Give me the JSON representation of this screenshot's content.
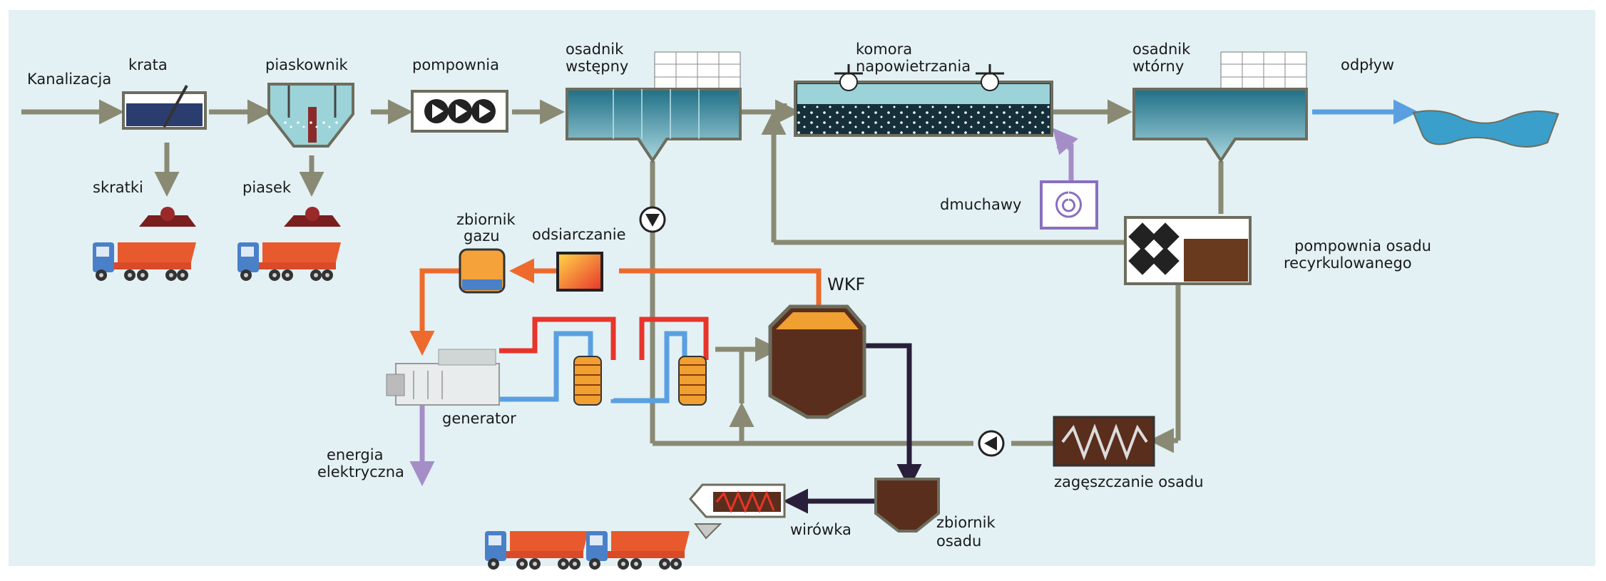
{
  "labels": {
    "kanalizacja": "Kanalizacja",
    "krata": "krata",
    "piaskownik": "piaskownik",
    "pompownia": "pompownia",
    "osadnik_wstepny_1": "osadnik",
    "osadnik_wstepny_2": "wstępny",
    "komora_1": "komora",
    "komora_2": "napowietrzania",
    "osadnik_wtorny_1": "osadnik",
    "osadnik_wtorny_2": "wtórny",
    "odplyw": "odpływ",
    "skratki": "skratki",
    "piasek": "piasek",
    "dmuchawy": "dmuchawy",
    "zbiornik_gazu_1": "zbiornik",
    "zbiornik_gazu_2": "gazu",
    "odsiarczanie": "odsiarczanie",
    "wkf": "WKF",
    "pompownia_osadu_1": "pompownia osadu",
    "pompownia_osadu_2": "recyrkulowanego",
    "generator": "generator",
    "energia_1": "energia",
    "energia_2": "elektryczna",
    "zageszczanie": "zagęszczanie osadu",
    "wirowka": "wirówka",
    "zbiornik_osadu_1": "zbiornik",
    "zbiornik_osadu_2": "osadu"
  },
  "colors": {
    "background": "#e3f1f4",
    "wastewater_line": "#8a8a74",
    "gas_line": "#ee6a2c",
    "hot_line": "#e8342a",
    "cold_line": "#5aa0e0",
    "sludge_line": "#2a1f3a",
    "electricity_line": "#a58ec8",
    "outflow_line": "#5aa0e0",
    "truck_cab": "#4a80c8",
    "truck_bed": "#e85a2e",
    "water": "#2f8aa3",
    "sludge": "#5a2e1c"
  },
  "icons": [
    "pump-icon",
    "blower-icon",
    "truck-icon",
    "screw-press-icon",
    "aerator-icon",
    "heat-exchanger-icon",
    "digester-icon",
    "gas-tank-icon",
    "generator-icon"
  ]
}
